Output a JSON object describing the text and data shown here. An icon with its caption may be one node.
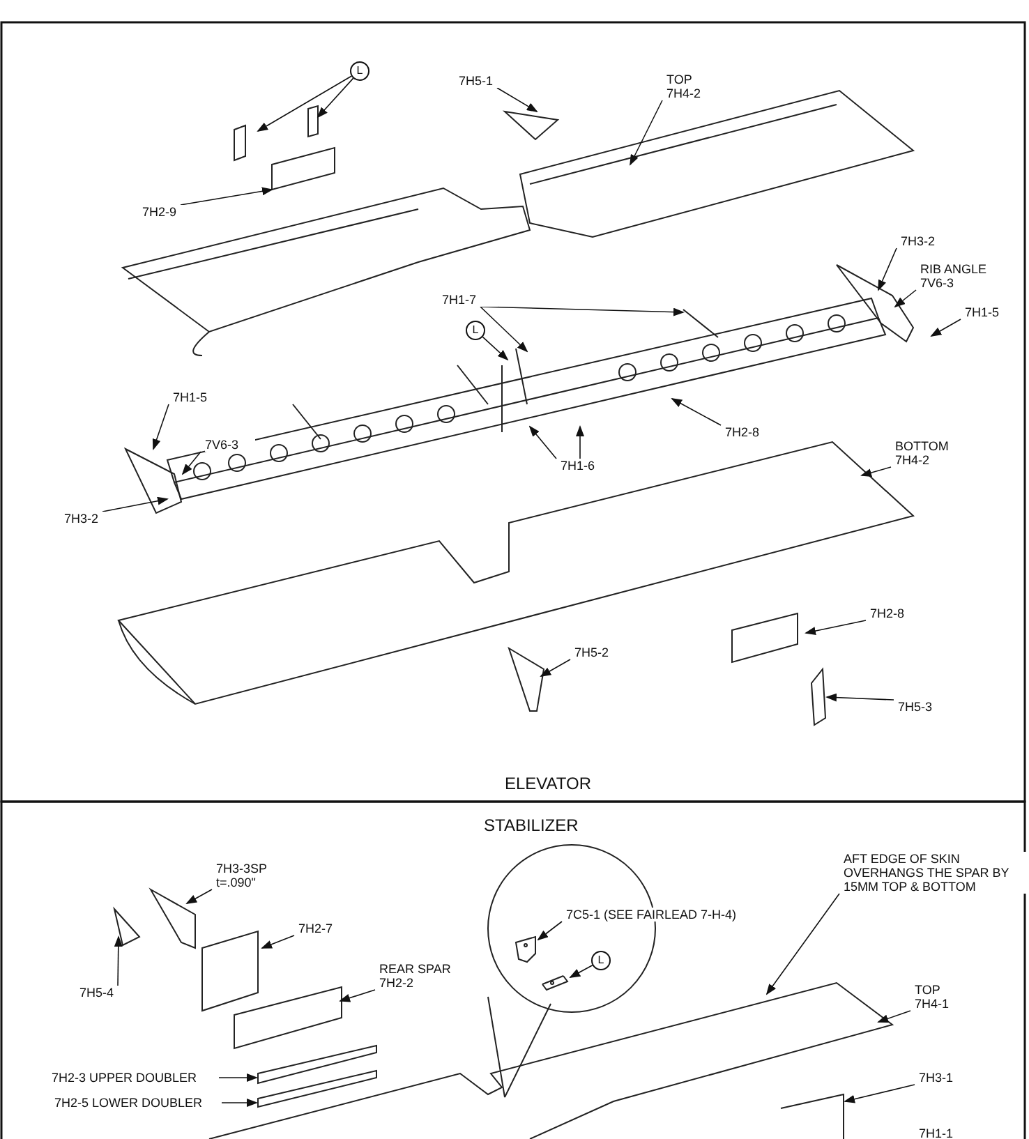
{
  "diagram": {
    "nodes": [
      {
        "text": [
          "L"
        ]
      },
      {
        "text": [
          "7H5-1"
        ]
      },
      {
        "text": [
          "TOP 7H4-2"
        ]
      },
      {
        "text": [
          "7H2-9"
        ]
      },
      {
        "text": [
          "7H3-2"
        ]
      },
      {
        "text": [
          "RIB ANGLE 7V6-3"
        ]
      },
      {
        "text": [
          "7H1-5"
        ]
      },
      {
        "text": [
          "7H1-7"
        ]
      },
      {
        "text": [
          "L"
        ]
      },
      {
        "text": [
          "7H1-5"
        ]
      },
      {
        "text": [
          "7V6-3"
        ]
      },
      {
        "text": [
          "7H3-2"
        ]
      },
      {
        "text": [
          "7H2-8"
        ]
      },
      {
        "text": [
          "7H1-6"
        ]
      },
      {
        "text": [
          "BOTTOM 7H4-2"
        ]
      },
      {
        "text": [
          "7H2-8"
        ]
      },
      {
        "text": [
          "7H5-2"
        ]
      },
      {
        "text": [
          "7H5-3"
        ]
      },
      {
        "text": [
          "7H3-3SP t=.090\""
        ]
      },
      {
        "text": [
          "7H2-7"
        ]
      },
      {
        "text": [
          "7H5-4"
        ]
      },
      {
        "text": [
          "REAR SPAR 7H2-2"
        ]
      },
      {
        "text": [
          "7H2-3 UPPER DOUBLER"
        ]
      },
      {
        "text": [
          "7H2-5 LOWER DOUBLER"
        ]
      },
      {
        "text": [
          "7C5-1 (SEE FAIRLEAD 7-H-4)"
        ]
      },
      {
        "text": [
          "L"
        ]
      },
      {
        "text": [
          "AFT EDGE OF SKIN OVERHANGS THE SPAR BY 15MM TOP & BOTTOM"
        ]
      },
      {
        "text": [
          "TOP 7H4-1"
        ]
      },
      {
        "text": [
          "7H3-1"
        ]
      },
      {
        "text": [
          "7H1-1"
        ]
      }
    ],
    "edges": [
      {
        "from": 0,
        "to": null,
        "arrow": "to"
      },
      {
        "from": 0,
        "to": null,
        "arrow": "to"
      },
      {
        "from": 1,
        "to": null,
        "arrow": "to"
      },
      {
        "from": 2,
        "to": null,
        "arrow": "to"
      },
      {
        "from": 3,
        "to": null,
        "arrow": "to"
      },
      {
        "from": 4,
        "to": null,
        "arrow": "to"
      },
      {
        "from": 5,
        "to": null,
        "arrow": "to"
      },
      {
        "from": 6,
        "to": null,
        "arrow": "to"
      },
      {
        "from": 7,
        "to": null,
        "arrow": "to"
      },
      {
        "from": 7,
        "to": null,
        "arrow": "to"
      },
      {
        "from": 8,
        "to": null,
        "arrow": "to"
      },
      {
        "from": 9,
        "to": null,
        "arrow": "to"
      },
      {
        "from": 10,
        "to": null,
        "arrow": "to"
      },
      {
        "from": 11,
        "to": null,
        "arrow": "to"
      },
      {
        "from": 12,
        "to": null,
        "arrow": "to"
      },
      {
        "from": 13,
        "to": null,
        "arrow": "to"
      },
      {
        "from": 13,
        "to": null,
        "arrow": "to"
      },
      {
        "from": 14,
        "to": null,
        "arrow": "to"
      },
      {
        "from": 15,
        "to": null,
        "arrow": "to"
      },
      {
        "from": 16,
        "to": null,
        "arrow": "to"
      },
      {
        "from": 17,
        "to": null,
        "arrow": "to"
      },
      {
        "from": 18,
        "to": null,
        "arrow": "to"
      },
      {
        "from": 19,
        "to": null,
        "arrow": "to"
      },
      {
        "from": 20,
        "to": null,
        "arrow": "to"
      },
      {
        "from": 21,
        "to": null,
        "arrow": "to"
      },
      {
        "from": 22,
        "to": null,
        "arrow": "to"
      },
      {
        "from": 23,
        "to": null,
        "arrow": "to"
      },
      {
        "from": 24,
        "to": null,
        "arrow": "to"
      },
      {
        "from": 25,
        "to": null,
        "arrow": "to"
      },
      {
        "from": 26,
        "to": null,
        "arrow": "to"
      },
      {
        "from": 27,
        "to": null,
        "arrow": "to"
      },
      {
        "from": 28,
        "to": null,
        "arrow": "to"
      }
    ],
    "labels": [
      "ELEVATOR",
      "STABILIZER"
    ]
  }
}
